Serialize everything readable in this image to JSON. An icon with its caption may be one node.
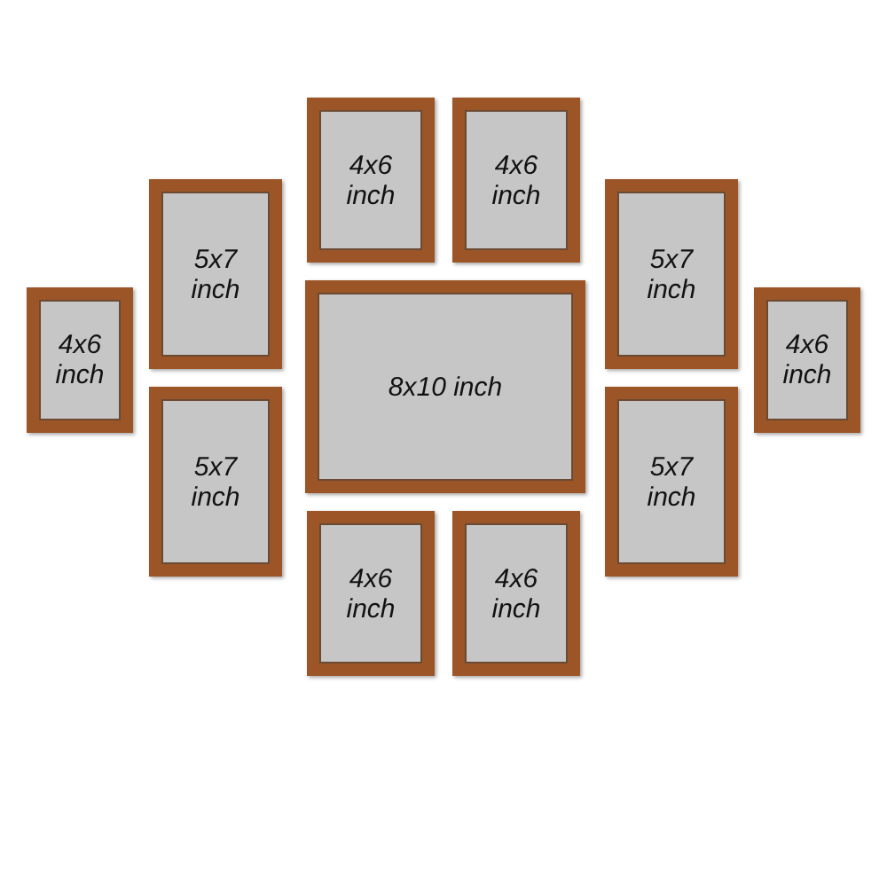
{
  "diagram": {
    "nodes": [
      {
        "text": [
          "4x6 inch"
        ]
      },
      {
        "text": [
          "4x6 inch"
        ]
      },
      {
        "text": [
          "5x7 inch"
        ]
      },
      {
        "text": [
          "5x7 inch"
        ]
      },
      {
        "text": [
          "4x6 inch"
        ]
      },
      {
        "text": [
          "8x10 inch"
        ]
      },
      {
        "text": [
          "4x6 inch"
        ]
      },
      {
        "text": [
          "5x7 inch"
        ]
      },
      {
        "text": [
          "5x7 inch"
        ]
      },
      {
        "text": [
          "4x6 inch"
        ]
      },
      {
        "text": [
          "4x6 inch"
        ]
      }
    ]
  }
}
